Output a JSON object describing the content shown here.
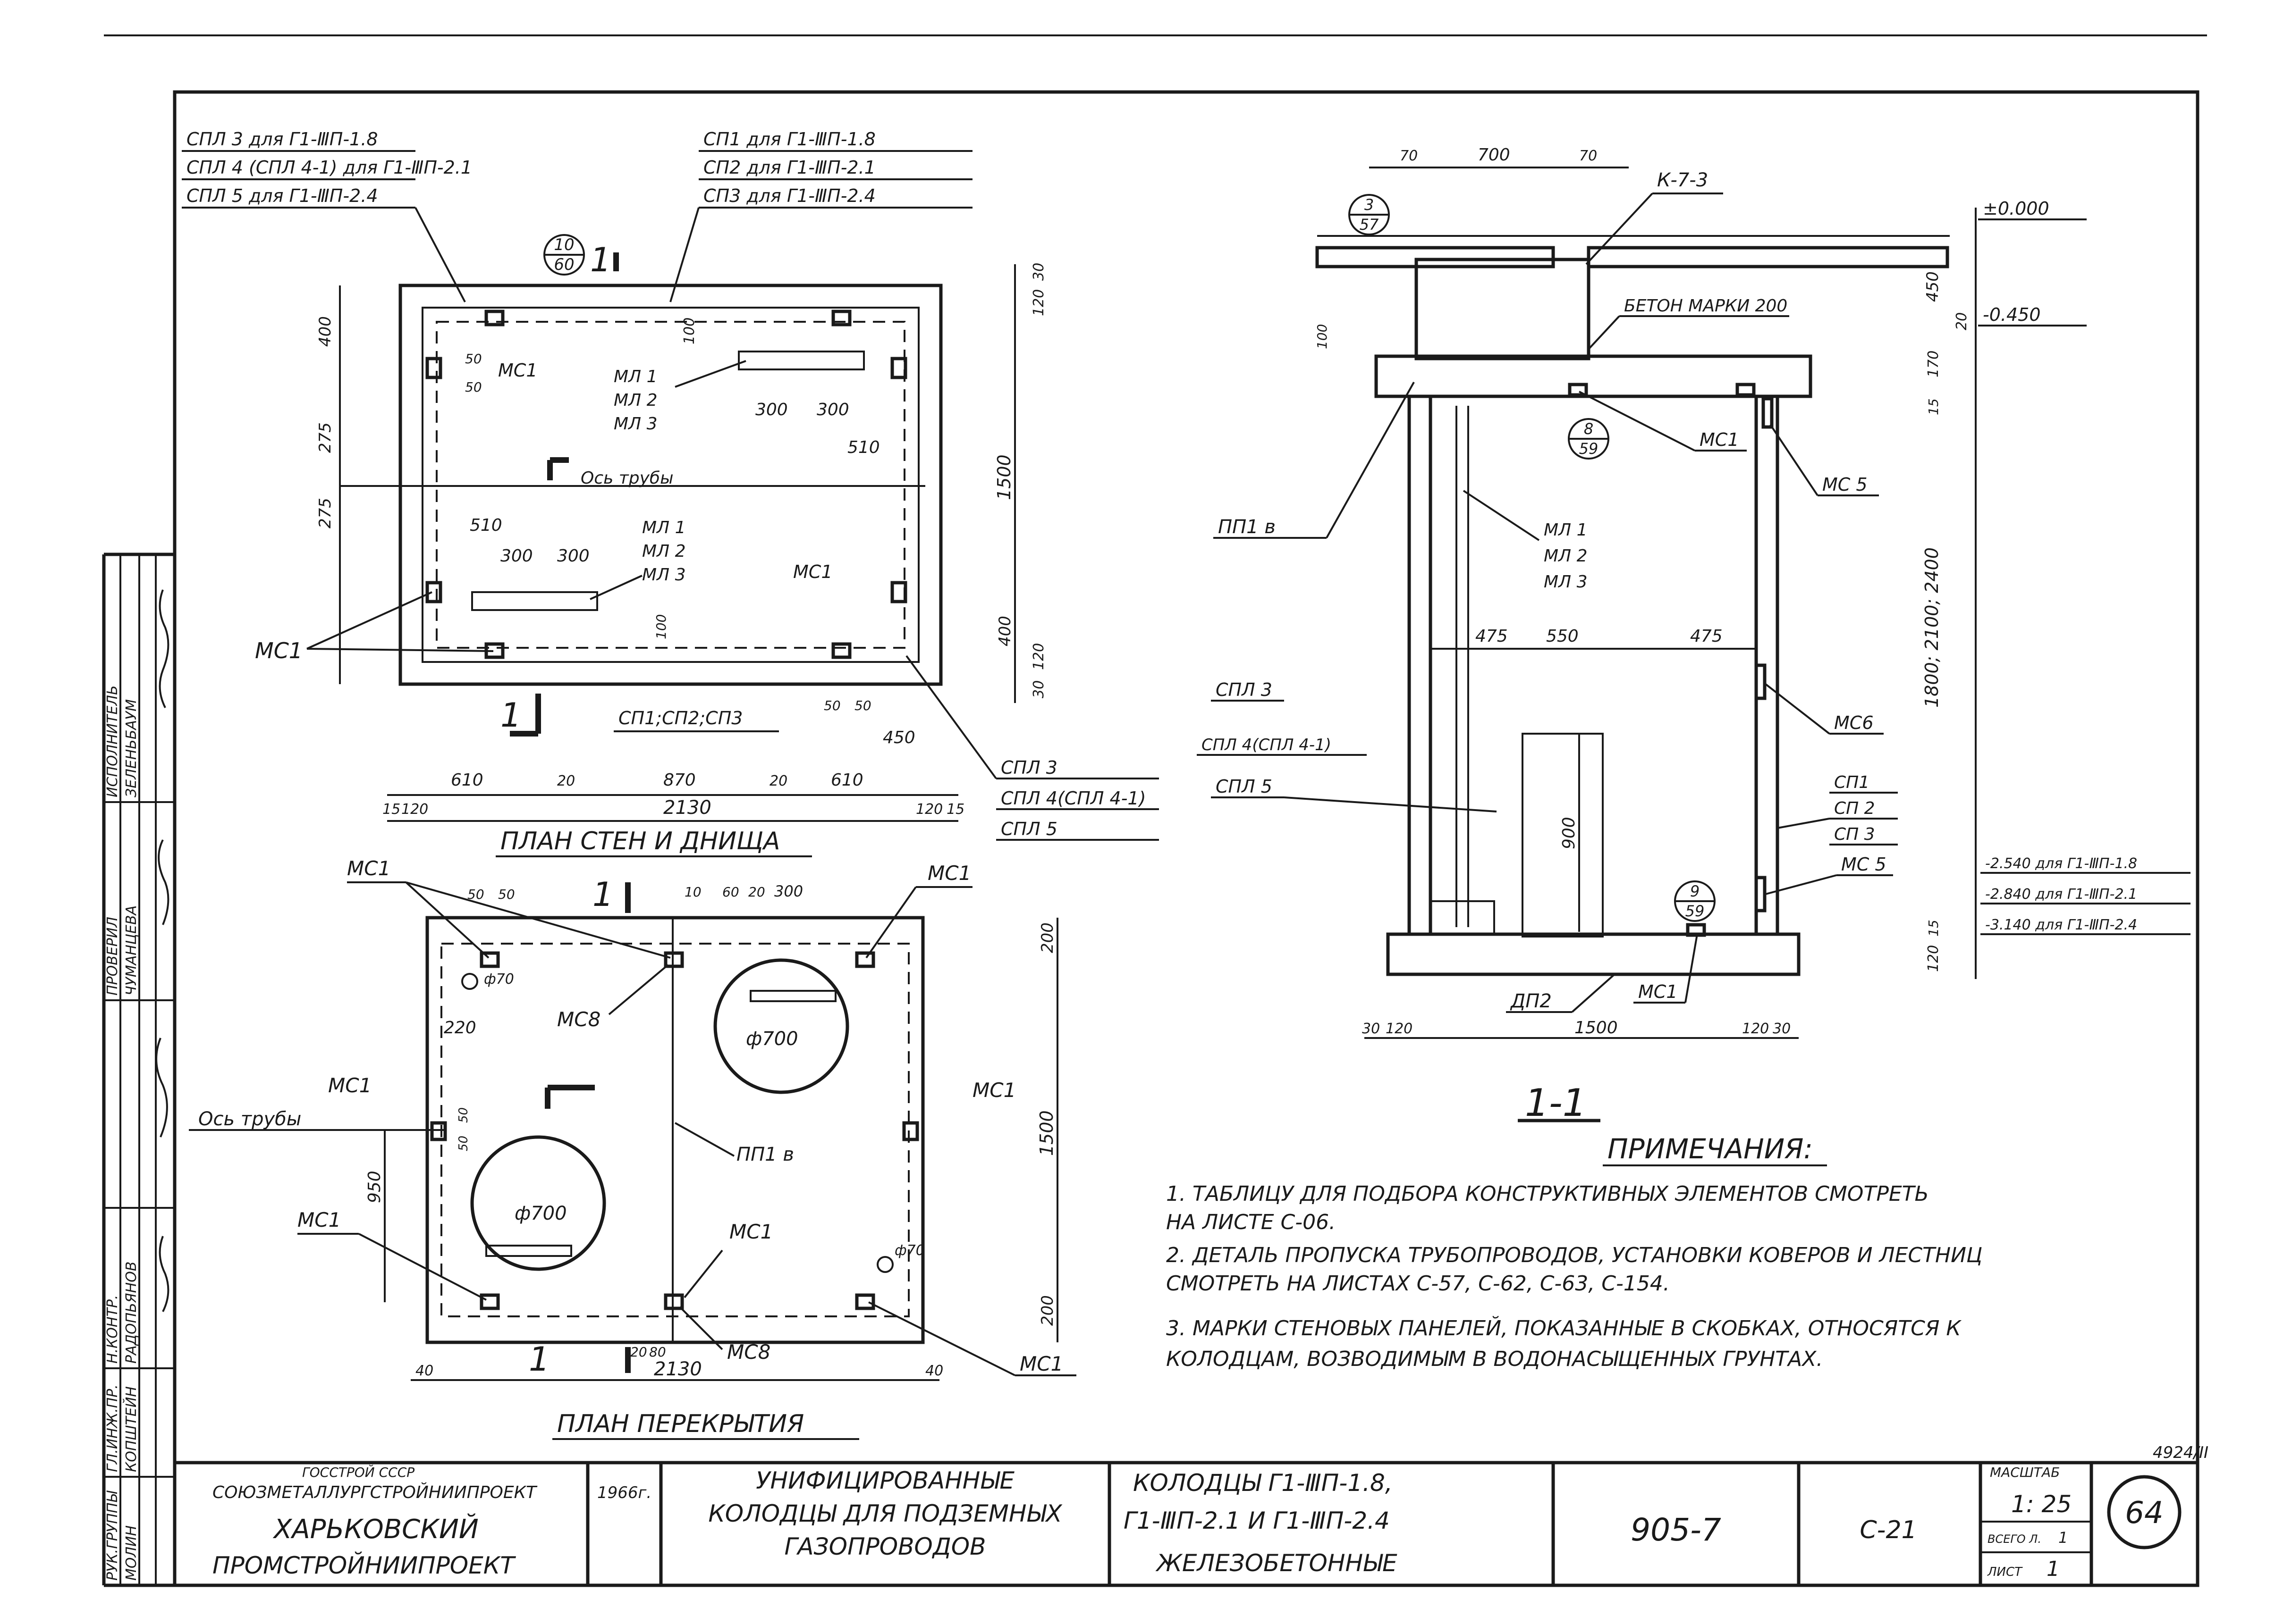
{
  "plan_walls": {
    "title": "ПЛАН  СТЕН  И ДНИЩА",
    "section_mark": "1",
    "ref_circle": [
      "10",
      "60"
    ],
    "callouts_left": [
      "СПЛ 3 для Г1-ⅢП-1.8",
      "СПЛ 4 (СПЛ 4-1) для Г1-ⅢП-2.1",
      "СПЛ 5 для Г1-ⅢП-2.4"
    ],
    "callouts_top": [
      "СП1   для Г1-ⅢП-1.8",
      "СП2   для Г1-ⅢП-2.1",
      "СП3   для Г1-ⅢП-2.4"
    ],
    "labels": {
      "ml_top": [
        "МЛ 1",
        "МЛ 2",
        "МЛ 3"
      ],
      "ml_bottom": [
        "МЛ 1",
        "МЛ 2",
        "МЛ 3"
      ],
      "mc1": "МС1",
      "axis": "Ось  трубы",
      "sp_bottom": "СП1;СП2;СП3",
      "spl_right": [
        "СПЛ 3",
        "СПЛ 4(СПЛ 4-1)",
        "СПЛ 5"
      ]
    },
    "dims": {
      "d400a": "400",
      "d275a": "275",
      "d275b": "275",
      "d400b": "400",
      "d1500": "1500",
      "d30a": "30",
      "d120a": "120",
      "d120b": "120",
      "d30b": "30",
      "d100": "100",
      "d300a": "300",
      "d300b": "300",
      "d510a": "510",
      "d510b": "510",
      "d300c": "300",
      "d300d": "300",
      "d50a": "50",
      "d50b": "50",
      "d100b": "100",
      "d50c": "50",
      "d50d": "50",
      "d450": "450",
      "d610a": "610",
      "d20a": "20",
      "d870": "870",
      "d20b": "20",
      "d610b": "610",
      "d15a": "15",
      "d120c": "120",
      "d2130": "2130",
      "d120d": "120",
      "d15b": "15"
    }
  },
  "plan_cover": {
    "title": "ПЛАН   ПЕРЕКРЫТИЯ",
    "section_mark": "1",
    "labels": {
      "mc1": "МС1",
      "mc1b": "МС1",
      "mc1c": "МС1",
      "mc1d": "МС1",
      "mc1e": "МС1",
      "mc1f": "МС1",
      "mc8a": "МС8",
      "mc8b": "МС8",
      "axis": "Ось  трубы",
      "ppl": "ПП1 в",
      "phi70a": "ф70",
      "phi70b": "ф70",
      "phi700a": "ф700",
      "phi700b": "ф700"
    },
    "dims": {
      "d50a": "50",
      "d50b": "50",
      "d10": "10",
      "d60": "60",
      "d20": "20",
      "d300": "300",
      "d220": "220",
      "d200a": "200",
      "d1500": "1500",
      "d50c": "50",
      "d50d": "50",
      "d950": "950",
      "d200b": "200",
      "d20b": "20",
      "d80": "80",
      "d40a": "40",
      "d2130": "2130",
      "d40b": "40"
    }
  },
  "section": {
    "title": "1-1",
    "labels": {
      "k": "К-7-3",
      "ref1": [
        "3",
        "57"
      ],
      "ref2": [
        "8",
        "59"
      ],
      "ref3": [
        "9",
        "59"
      ],
      "concrete": "БЕТОН МАРКИ 200",
      "lvl0": "±0.000",
      "lvl1": "-0.450",
      "mc1": "МС1",
      "mc5a": "МС 5",
      "mc5b": "МС 5",
      "mc6": "МС6",
      "mc1b": "МС1",
      "ml": [
        "МЛ 1",
        "МЛ 2",
        "МЛ 3"
      ],
      "ppl": "ПП1 в",
      "spl": [
        "СПЛ 3",
        "СПЛ 4(СПЛ 4-1)",
        "СПЛ 5"
      ],
      "sp": [
        "СП1",
        "СП 2",
        "СП 3"
      ],
      "dp": "ДП2",
      "lvls": [
        "-2.540 для Г1-ⅢП-1.8",
        "-2.840 для Г1-ⅢП-2.1",
        "-3.140 для Г1-ⅢП-2.4"
      ]
    },
    "dims": {
      "d70a": "70",
      "d700": "700",
      "d70b": "70",
      "d100": "100",
      "d20": "20",
      "d450": "450",
      "d170": "170",
      "d15a": "15",
      "d475a": "475",
      "d550": "550",
      "d475b": "475",
      "d900": "900",
      "dH": "1800; 2100; 2400",
      "d15b": "15",
      "d120v": "120",
      "d30a": "30",
      "d120a": "120",
      "d1500": "1500",
      "d120b": "120",
      "d30b": "30"
    }
  },
  "notes": {
    "title": "ПРИМЕЧАНИЯ:",
    "lines": [
      "1. ТАБЛИЦУ  ДЛЯ  ПОДБОРА  КОНСТРУКТИВНЫХ   ЭЛЕМЕНТОВ  СМОТРЕТЬ",
      "    НА  ЛИСТЕ  С-06.",
      "2. ДЕТАЛЬ   ПРОПУСКА  ТРУБОПРОВОДОВ, УСТАНОВКИ  КОВЕРОВ  И  ЛЕСТНИЦ",
      "    СМОТРЕТЬ  НА  ЛИСТАХ  С-57, С-62, С-63, С-154.",
      "3. МАРКИ  СТЕНОВЫХ  ПАНЕЛЕЙ, ПОКАЗАННЫЕ  В СКОБКАХ, ОТНОСЯТСЯ К",
      "    КОЛОДЦАМ, ВОЗВОДИМЫМ  В  ВОДОНАСЫЩЕННЫХ   ГРУНТАХ."
    ]
  },
  "title_block": {
    "org_lines": [
      "ГОССТРОЙ  СССР",
      "СОЮЗМЕТАЛЛУРГСТРОЙНИИПРОЕКТ",
      "ХАРЬКОВСКИЙ",
      "ПРОМСТРОЙНИИПРОЕКТ"
    ],
    "year": "1966г.",
    "project_lines": [
      "УНИФИЦИРОВАННЫЕ",
      "КОЛОДЦЫ ДЛЯ ПОДЗЕМНЫХ",
      "ГАЗОПРОВОДОВ"
    ],
    "sheet_lines": [
      "КОЛОДЦЫ  Г1-ⅢП-1.8,",
      "Г1-ⅢП-2.1  И  Г1-ⅢП-2.4",
      "ЖЕЛЕЗОБЕТОННЫЕ"
    ],
    "series": "905-7",
    "sheet_code": "С-21",
    "scale_label": "МАСШТАБ",
    "scale": "1: 25",
    "total_label": "ВСЕГО Л.",
    "total": "1",
    "sheet_label": "ЛИСТ",
    "sheet": "1",
    "page": "64",
    "doc_no": "4924/II"
  },
  "signatures": {
    "roles": [
      "ИСПОЛНИТЕЛЬ",
      "ПРОВЕРИЛ",
      "",
      "Н.КОНТР.",
      "ГЛ.ИНЖ.ПР.",
      "РУК.ГРУППЫ"
    ],
    "names": [
      "ЗЕЛЕНЬБАУМ",
      "ЧУМАНЦЕВА",
      "",
      "РАДОПЬЯНОВ",
      "КОПШТЕЙН",
      "МОЛИН"
    ]
  }
}
